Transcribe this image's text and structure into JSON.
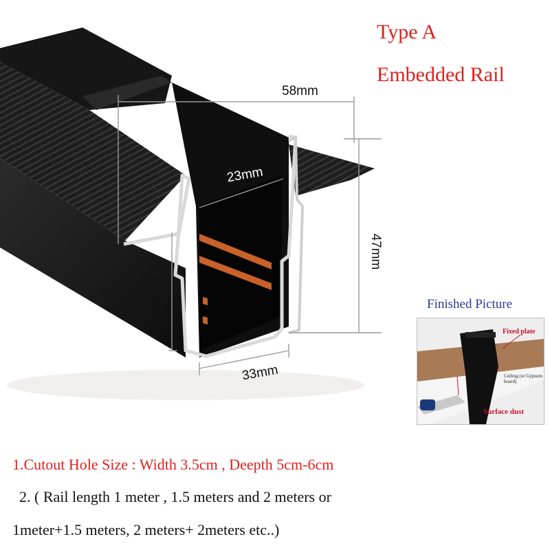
{
  "title": {
    "type": "Type A",
    "product": "Embedded Rail"
  },
  "dimensions": {
    "width_top": "58mm",
    "inner_width": "23mm",
    "height": "47mm",
    "inner_height": "35mm",
    "bottom_width": "33mm"
  },
  "finished_picture": {
    "heading": "Finished Picture",
    "fixed_plate": "Fixed plate",
    "ceiling": "Ceiling (or Gypsum board)",
    "surface_dust": "Surface dust"
  },
  "notes": {
    "line1": "1.Cutout Hole Size : Width 3.5cm , Deepth 5cm-6cm",
    "line2": "2. ( Rail length 1 meter , 1.5 meters and  2 meters  or",
    "line3": "1meter+1.5 meters, 2 meters+ 2meters etc..)"
  },
  "colors": {
    "accent_red": "#e0201c",
    "label_blue": "#2a3a9a",
    "rail_black": "#1b1b1b",
    "copper": "#c8622a"
  }
}
